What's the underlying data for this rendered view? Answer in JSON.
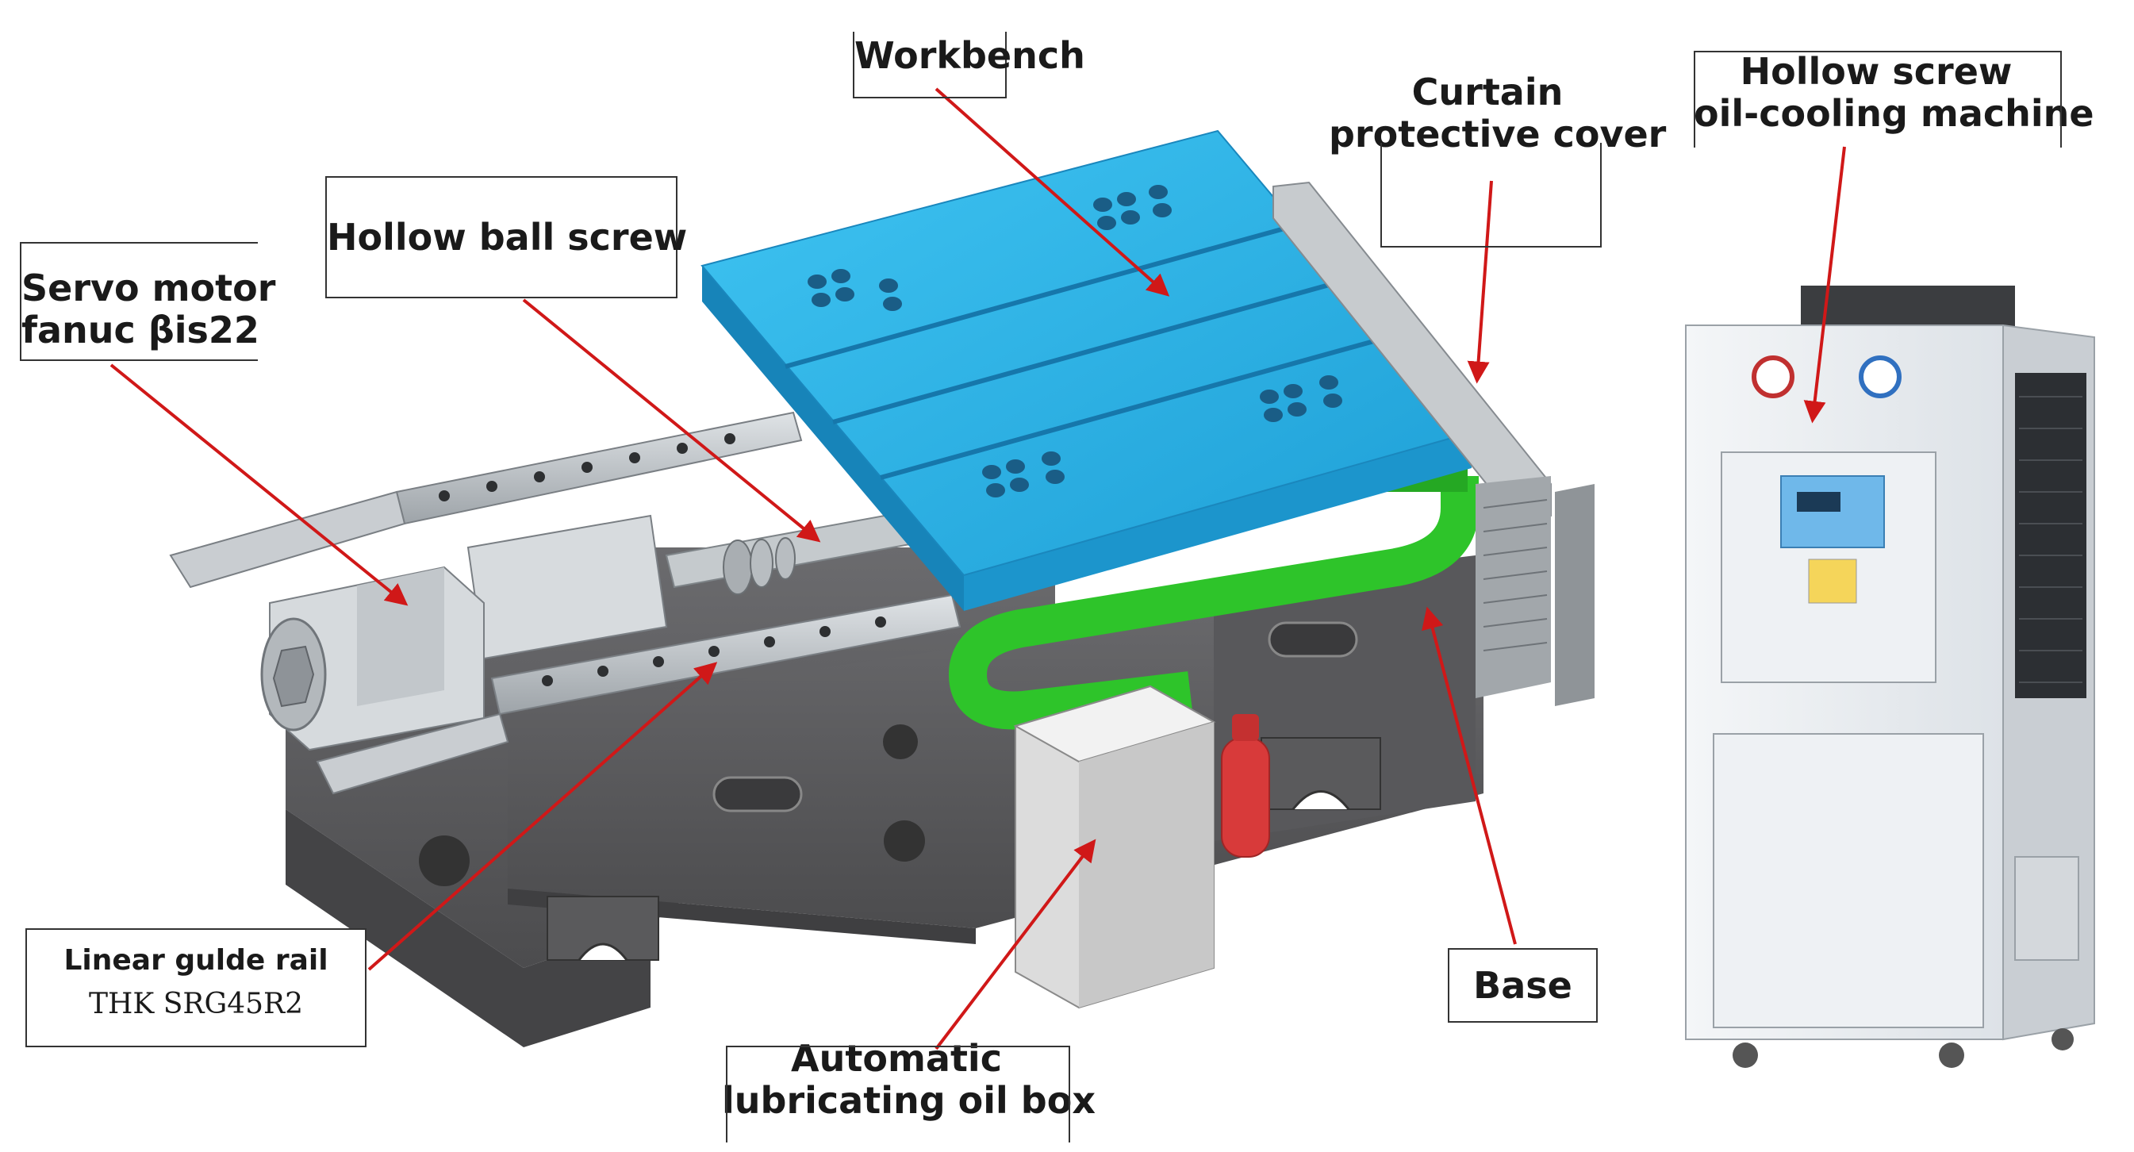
{
  "labels": {
    "workbench": "Workbench",
    "curtain_line1": "Curtain",
    "curtain_line2": "protective cover",
    "chiller_line1": "Hollow screw",
    "chiller_line2": "oil-cooling machine",
    "ball_screw": "Hollow ball screw",
    "servo_line1": "Servo motor",
    "servo_line2": "fanuc βis22",
    "rail_line1": "Linear gulde rail",
    "rail_line2": "THK SRG45R2",
    "base": "Base",
    "lube_line1": "Automatic",
    "lube_line2": "lubricating oil box"
  },
  "colors": {
    "arrow": "#d01818",
    "workbench": "#27b6ea",
    "cable_chain": "#2ec42a",
    "base": "#5e5e60",
    "rail": "#b8bcc0",
    "chiller": "#eef1f4",
    "extinguisher": "#d83a3a"
  }
}
